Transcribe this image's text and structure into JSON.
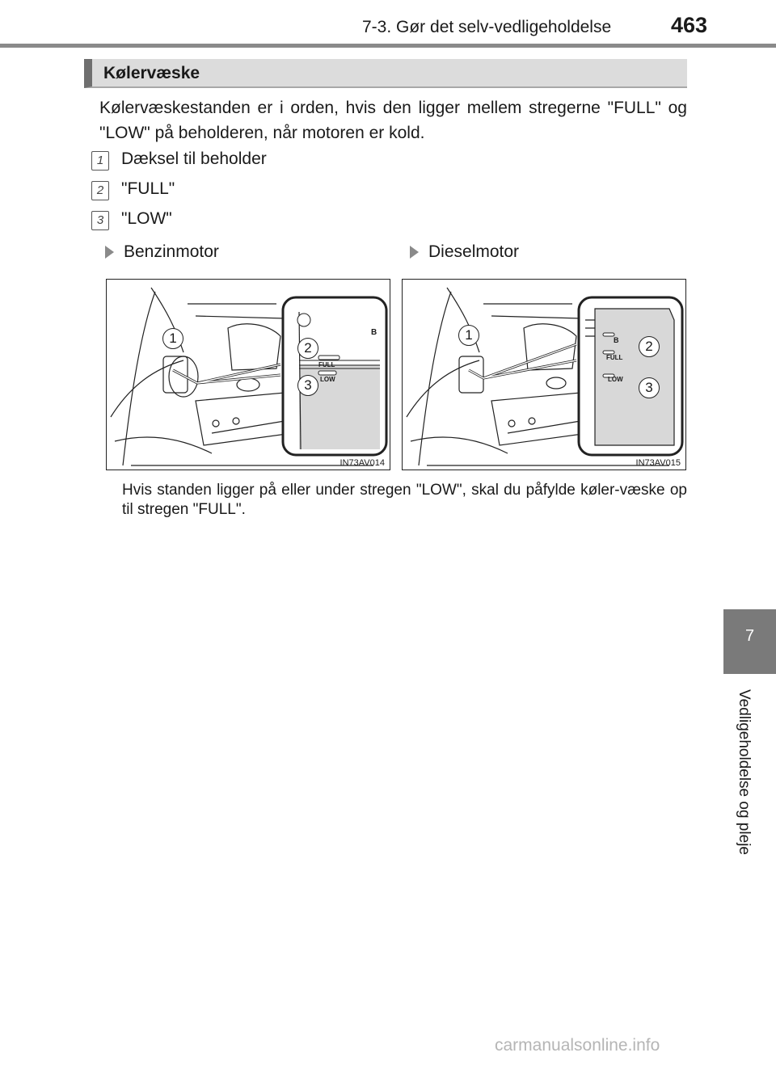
{
  "header": {
    "section": "7-3. Gør det selv-vedligeholdelse",
    "page_number": "463"
  },
  "section": {
    "title": "Kølervæske"
  },
  "intro": "Kølervæskestanden er i orden, hvis den ligger mellem stregerne \"FULL\" og \"LOW\" på beholderen, når motoren er kold.",
  "items": [
    {
      "number": "1",
      "label": "Dæksel til beholder"
    },
    {
      "number": "2",
      "label": "\"FULL\""
    },
    {
      "number": "3",
      "label": "\"LOW\""
    }
  ],
  "figures": [
    {
      "caption": "Benzinmotor",
      "code": "IN73AV014",
      "markers": [
        "1",
        "2",
        "3"
      ],
      "tank_labels": {
        "b": "B",
        "full": "FULL",
        "low": "LOW"
      }
    },
    {
      "caption": "Dieselmotor",
      "code": "IN73AV015",
      "markers": [
        "1",
        "2",
        "3"
      ],
      "tank_labels": {
        "b": "B",
        "full": "FULL",
        "low": "LOW"
      }
    }
  ],
  "note": "Hvis standen ligger på eller under stregen \"LOW\", skal du påfylde køler-væske op til stregen \"FULL\".",
  "side_tab": {
    "chapter": "7",
    "title": "Vedligeholdelse og pleje"
  },
  "watermark": "carmanualsonline.info"
}
